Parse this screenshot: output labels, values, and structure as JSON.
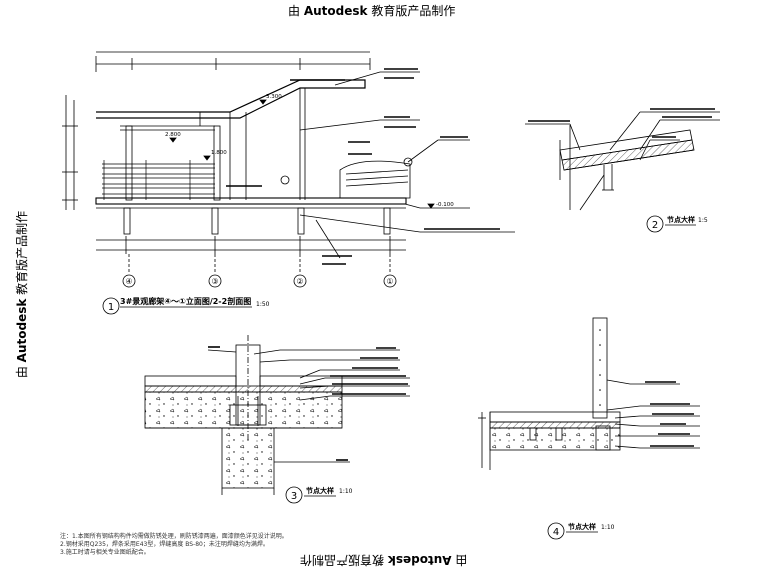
{
  "watermark": {
    "prefix": "由",
    "brand": "Autodesk",
    "suffix": "教育版产品制作"
  },
  "elevation": {
    "number": "1",
    "title": "3#景观廊架④～①立面图/2-2剖面图",
    "scale": "1:50",
    "axis_labels": [
      "④",
      "③",
      "②",
      "①"
    ],
    "levels": [
      "3.300",
      "2.800",
      "1.800",
      "-0.100"
    ]
  },
  "detail2": {
    "number": "2",
    "title": "节点大样",
    "scale": "1:5"
  },
  "detail3": {
    "number": "3",
    "title": "节点大样",
    "scale": "1:10"
  },
  "detail4": {
    "number": "4",
    "title": "节点大样",
    "scale": "1:10"
  },
  "notes": [
    "注：1.本图所有钢结构构件均需做防锈处理，刷防锈漆两遍，面漆颜色详见设计说明。",
    "2.钢材采用Q235，焊条采用E43型，焊缝高度 BS-80；未注明焊缝均为满焊。",
    "3.施工时请与相关专业图纸配合。"
  ]
}
